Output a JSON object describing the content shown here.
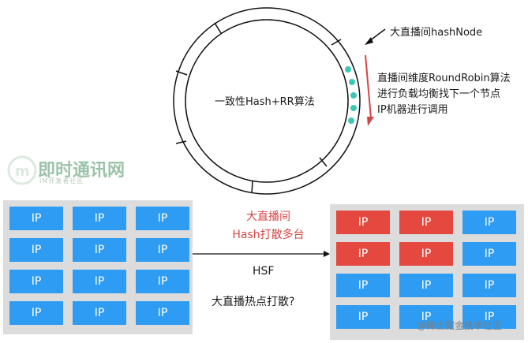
{
  "diagram": {
    "ring_label": "一致性Hash+RR算法",
    "hash_node_label": "大直播间hashNode",
    "rr_lines": [
      "直播间维度RoundRobin算法",
      "进行负载均衡找下一个节点",
      "IP机器进行调用"
    ],
    "scatter_label_lines": [
      "大直播间",
      "Hash打散多台"
    ],
    "hsf_label": "HSF",
    "hot_label": "大直播热点打散?",
    "cell_label": "IP",
    "left_grid": [
      [
        "blue",
        "blue",
        "blue"
      ],
      [
        "blue",
        "blue",
        "blue"
      ],
      [
        "blue",
        "blue",
        "blue"
      ],
      [
        "blue",
        "blue",
        "blue"
      ]
    ],
    "right_grid": [
      [
        "red",
        "red",
        "blue"
      ],
      [
        "red",
        "red",
        "blue"
      ],
      [
        "blue",
        "blue",
        "blue"
      ],
      [
        "blue",
        "blue",
        "blue"
      ]
    ],
    "colors": {
      "ip_blue": "#2e9cf3",
      "ip_red": "#e5483e",
      "accent_red": "#d64545",
      "dot_teal": "#3cc8b4"
    }
  },
  "watermarks": {
    "logo_text": "即时通讯网",
    "logo_subtext": "IM开发者社区",
    "corner_text": "@稀土掘金技术社区"
  }
}
